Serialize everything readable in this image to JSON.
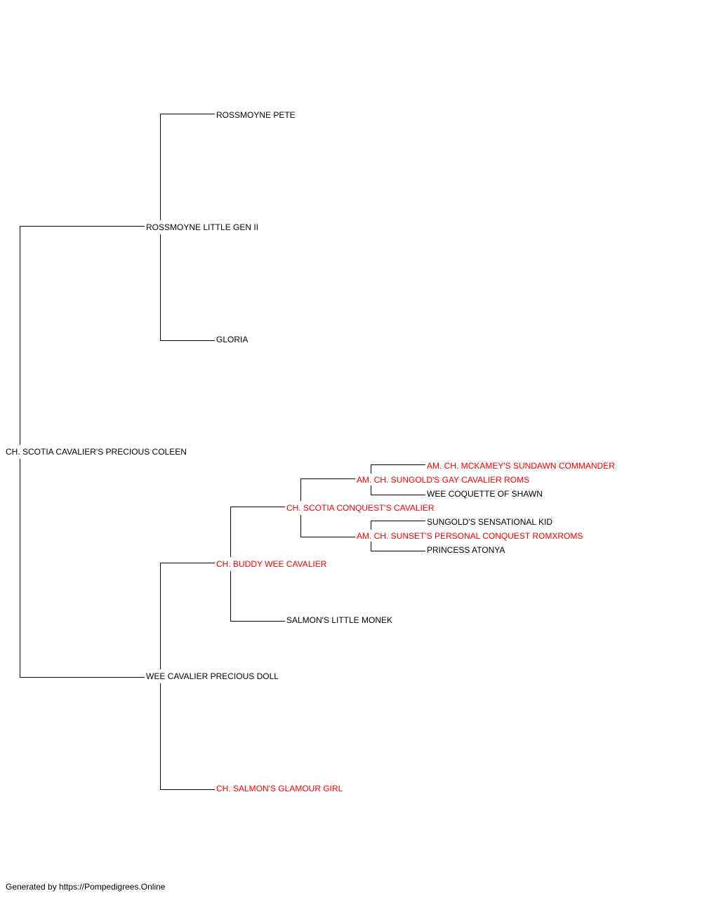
{
  "colors": {
    "line": "#000000",
    "text": "#000000",
    "champion_text": "#ff0000"
  },
  "pedigree": {
    "name": "CH. SCOTIA CAVALIER'S PRECIOUS COLEEN",
    "champion": false,
    "sire": {
      "name": "ROSSMOYNE LITTLE GEN II",
      "champion": false,
      "sire": {
        "name": "ROSSMOYNE PETE",
        "champion": false
      },
      "dam": {
        "name": "GLORIA",
        "champion": false
      }
    },
    "dam": {
      "name": "WEE CAVALIER PRECIOUS DOLL",
      "champion": false,
      "sire": {
        "name": "CH. BUDDY WEE CAVALIER",
        "champion": true,
        "sire": {
          "name": "CH. SCOTIA CONQUEST'S CAVALIER",
          "champion": true,
          "sire": {
            "name": "AM. CH. SUNGOLD'S GAY CAVALIER ROMS",
            "champion": true,
            "sire": {
              "name": "AM. CH. MCKAMEY'S SUNDAWN COMMANDER",
              "champion": true
            },
            "dam": {
              "name": "WEE COQUETTE OF SHAWN",
              "champion": false
            }
          },
          "dam": {
            "name": "AM. CH. SUNSET'S PERSONAL CONQUEST ROMXROMS",
            "champion": true,
            "sire": {
              "name": "SUNGOLD'S SENSATIONAL KID",
              "champion": false
            },
            "dam": {
              "name": "PRINCESS ATONYA",
              "champion": false
            }
          }
        },
        "dam": {
          "name": "SALMON'S LITTLE MONEK",
          "champion": false
        }
      },
      "dam": {
        "name": "CH. SALMON'S GLAMOUR GIRL",
        "champion": true
      }
    }
  },
  "footer": {
    "text": "Generated by https://Pompedigrees.Online"
  }
}
